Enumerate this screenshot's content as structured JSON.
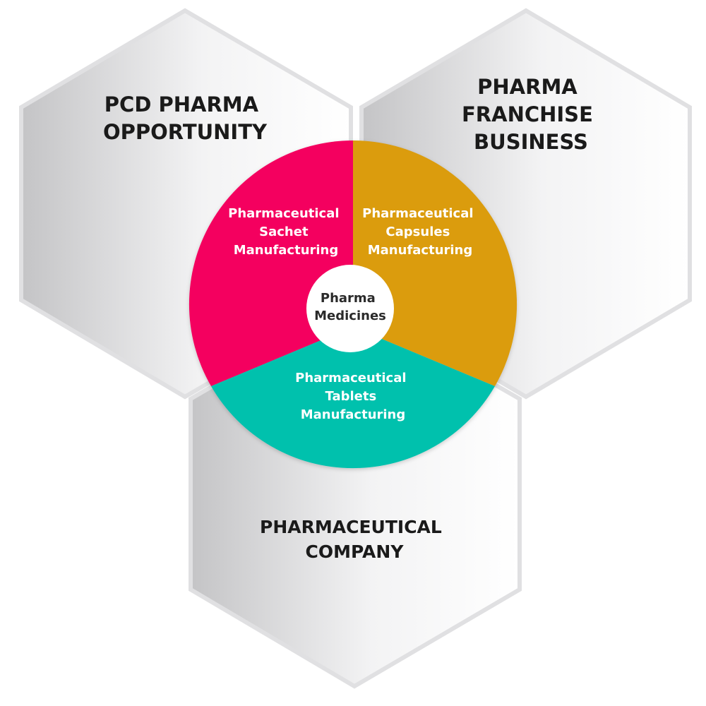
{
  "outer_hexagons": [
    {
      "id": "pcd",
      "lines": [
        "PCD PHARMA",
        "OPPORTUNITY"
      ]
    },
    {
      "id": "franchise",
      "lines": [
        "PHARMA",
        "FRANCHISE",
        "BUSINESS"
      ]
    },
    {
      "id": "company",
      "lines": [
        "PHARMACEUTICAL",
        "COMPANY"
      ]
    }
  ],
  "wheel": {
    "segments": [
      {
        "id": "sachet",
        "lines": [
          "Pharmaceutical",
          "Sachet",
          "Manufacturing"
        ],
        "color": "#f4045e"
      },
      {
        "id": "capsules",
        "lines": [
          "Pharmaceutical",
          "Capsules",
          "Manufacturing"
        ],
        "color": "#db9c0c"
      },
      {
        "id": "tablets",
        "lines": [
          "Pharmaceutical",
          "Tablets",
          "Manufacturing"
        ],
        "color": "#05c1ad"
      }
    ],
    "center": {
      "lines": [
        "Pharma",
        "Medicines"
      ]
    }
  },
  "colors": {
    "hex_fill_dark": "#c9c9cb",
    "hex_fill_light": "#ffffff",
    "hex_border": "#e2e2e4",
    "center_fill": "#ffffff"
  }
}
